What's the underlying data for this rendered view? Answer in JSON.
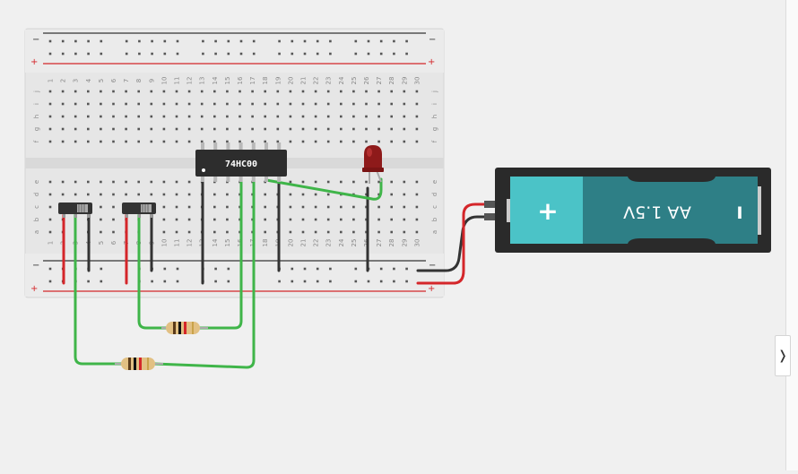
{
  "breadboard": {
    "rail_minus": "−",
    "rail_plus": "+",
    "columns": [
      "1",
      "2",
      "3",
      "4",
      "5",
      "6",
      "7",
      "8",
      "9",
      "10",
      "11",
      "12",
      "13",
      "14",
      "15",
      "16",
      "17",
      "18",
      "19",
      "20",
      "21",
      "22",
      "23",
      "24",
      "25",
      "26",
      "27",
      "28",
      "29",
      "30"
    ],
    "rows_top": [
      "j",
      "i",
      "h",
      "g",
      "f"
    ],
    "rows_bottom": [
      "e",
      "d",
      "c",
      "b",
      "a"
    ]
  },
  "chip": {
    "label": "74HC00"
  },
  "battery": {
    "label": "AA 1.5V",
    "plus": "+",
    "minus": "I"
  },
  "panel": {
    "expand_icon": "❭"
  },
  "colors": {
    "board": "#e8e8e8",
    "wire_green": "#3fb549",
    "wire_red": "#d4262a",
    "wire_black": "#333333",
    "chip": "#2d2d2d",
    "battery_teal": "#2e7f86",
    "battery_cap": "#4bc3c7"
  }
}
